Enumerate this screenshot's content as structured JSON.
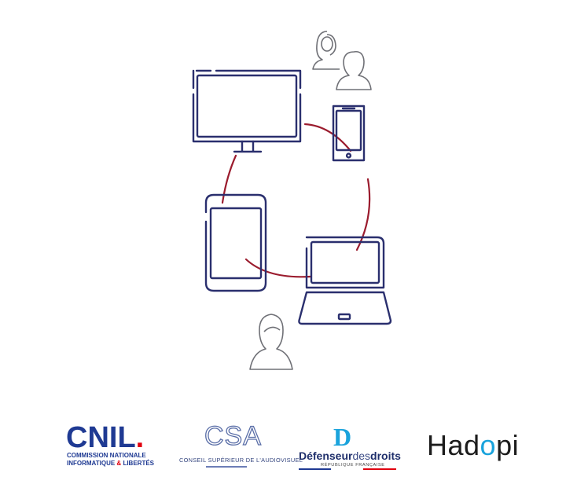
{
  "illustration": {
    "devices": [
      "monitor-icon",
      "smartphone-icon",
      "tablet-icon",
      "laptop-icon"
    ],
    "people": [
      "woman-headscarf-icon",
      "man-icon",
      "woman-icon"
    ],
    "colors": {
      "device_stroke": "#2a2f6e",
      "link_stroke": "#9b1c2e"
    }
  },
  "logos": {
    "cnil": {
      "name": "CNIL",
      "dot": ".",
      "line1": "COMMISSION NATIONALE",
      "line2a": "INFORMATIQUE",
      "amp": "&",
      "line2b": "LIBERTÉS"
    },
    "csa": {
      "name": "CSA",
      "subtitle": "CONSEIL SUPÉRIEUR DE L'AUDIOVISUEL"
    },
    "ddd": {
      "monogram": "D",
      "word_bold": "Défenseur",
      "word_light": "des",
      "word_bold2": "droits",
      "subtitle": "RÉPUBLIQUE FRANÇAISE"
    },
    "hadopi": {
      "part1": "Had",
      "o": "o",
      "part2": "pi"
    }
  }
}
